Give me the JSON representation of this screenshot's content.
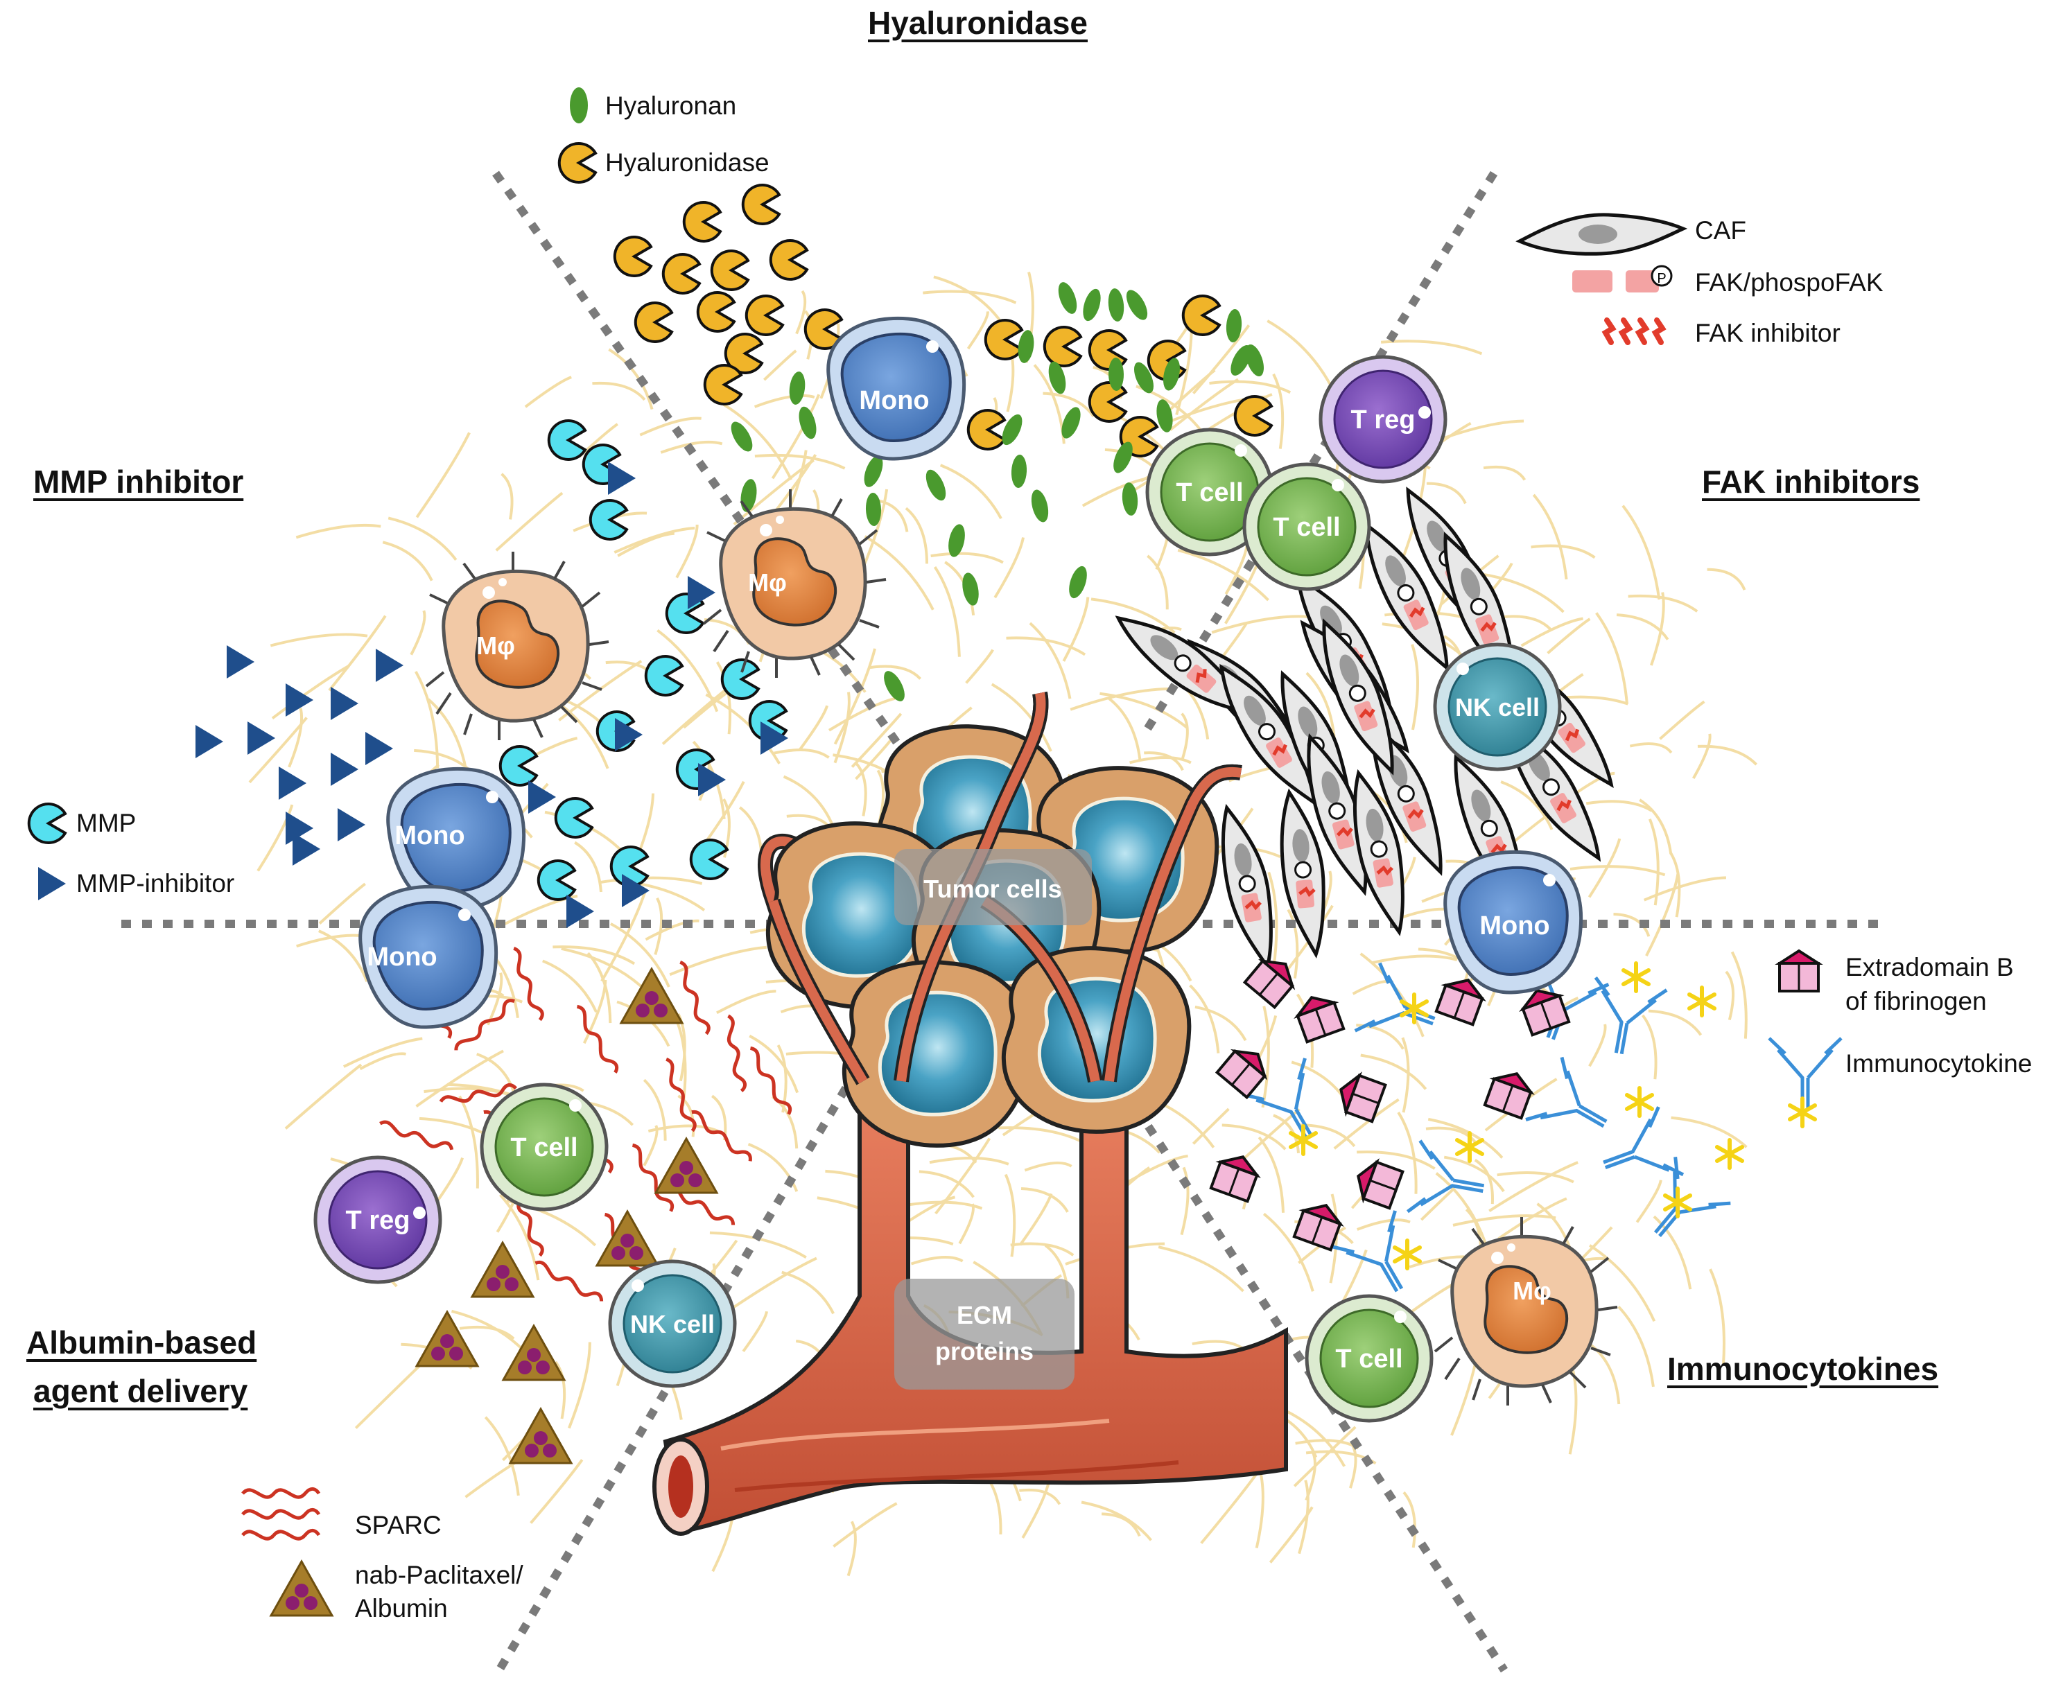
{
  "titles": {
    "hyaluronidase": "Hyaluronidase",
    "mmp_inhibitor": "MMP inhibitor",
    "fak_inhibitors": "FAK inhibitors",
    "albumin_line1": "Albumin-based",
    "albumin_line2": "agent delivery",
    "immunocytokines": "Immunocytokines"
  },
  "legends": {
    "hyaluronan": "Hyaluronan",
    "hyaluronidase": "Hyaluronidase",
    "caf": "CAF",
    "fak": "FAK/phospoFAK",
    "fak_inhibitor": "FAK inhibitor",
    "mmp": "MMP",
    "mmp_inhibitor": "MMP-inhibitor",
    "extradomain_line1": "Extradomain B",
    "extradomain_line2": "of fibrinogen",
    "immunocytokine": "Immunocytokine",
    "sparc": "SPARC",
    "nab_line1": "nab-Paclitaxel/",
    "nab_line2": "Albumin",
    "phospho_symbol": "P"
  },
  "cells": {
    "mono": "Mono",
    "macrophage": "Mφ",
    "t_cell": "T cell",
    "t_reg": "T reg",
    "nk_cell": "NK cell"
  },
  "center": {
    "tumor": "Tumor cells",
    "ecm_line1": "ECM",
    "ecm_line2": "proteins"
  },
  "colors": {
    "ecm_fiber": "#f3dca0",
    "divider": "#7a7a7a",
    "hyaluronan": "#4a9a2e",
    "hyaluronidase": "#f0b429",
    "mmp": "#55e0ef",
    "mmp_inhibitor": "#1f4e8c",
    "sparc": "#cc3322",
    "nab": "#8a6a1a",
    "albumin_dot": "#8b1e6e",
    "fak": "#f3a3a3",
    "fak_inhibitor": "#e23b2b",
    "extradomain": "#d81b6a",
    "immunocytokine": "#3a8fd8",
    "cytokine": "#f5d316",
    "vessel": "#d8694d",
    "tumor_cell": "#d9a06a",
    "tumor_nucleus": "#2f8fb0"
  }
}
